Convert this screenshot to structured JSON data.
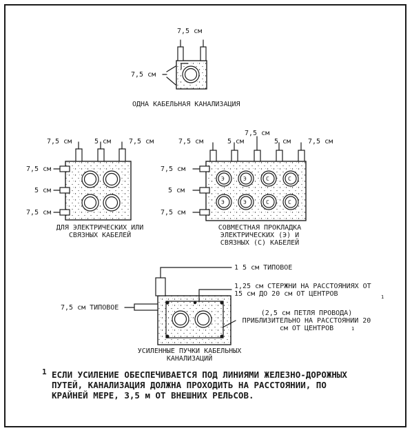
{
  "fig1": {
    "top_label": "7,5 см",
    "side_label": "7,5 см",
    "caption": "ОДНА КАБЕЛЬНАЯ КАНАЛИЗАЦИЯ"
  },
  "fig2": {
    "top_labels": [
      "7,5 см",
      "5 см",
      "7,5 см"
    ],
    "side_labels": [
      "7,5 см",
      "5 см",
      "7,5 см"
    ],
    "caption": "ДЛЯ ЭЛЕКТРИЧЕСКИХ ИЛИ СВЯЗНЫХ КАБЕЛЕЙ"
  },
  "fig3": {
    "top_center_label": "7,5 см",
    "top_labels": [
      "7,5 см",
      "5 см",
      "5 см",
      "7,5 см"
    ],
    "side_labels": [
      "7,5 см",
      "5 см",
      "7,5 см"
    ],
    "conduit_letters": [
      "Э",
      "Э",
      "С",
      "С"
    ],
    "caption": "СОВМЕСТНАЯ ПРОКЛАДКА ЭЛЕКТРИЧЕСКИХ (Э) И СВЯЗНЫХ (С) КАБЕЛЕЙ"
  },
  "fig4": {
    "left_label": "7,5 см ТИПОВОЕ",
    "label_1": "1 5 см ТИПОВОЕ",
    "label_2": "1,25 см СТЕРЖНИ НА РАССТОЯНИЯХ ОТ 15 см ДО 20 см ОТ ЦЕНТРОВ",
    "label_3": "(2,5 см ПЕТЛЯ ПРОВОДА) ПРИБЛИЗИТЕЛЬНО НА РАССТОЯНИИ 20 см ОТ ЦЕНТРОВ",
    "footnote_mark": "1",
    "caption": "УСИЛЕННЫЕ ПУЧКИ КАБЕЛЬНЫХ КАНАЛИЗАЦИЙ"
  },
  "footnote": {
    "mark": "1",
    "text": "ЕСЛИ УСИЛЕНИЕ ОБЕСПЕЧИВАЕТСЯ ПОД ЛИНИЯМИ ЖЕЛЕЗНО-ДОРОЖНЫХ ПУТЕЙ, КАНАЛИЗАЦИЯ ДОЛЖНА ПРОХОДИТЬ НА РАССТОЯНИИ, ПО КРАЙНЕЙ МЕРЕ, 3,5 м ОТ ВНЕШНИХ РЕЛЬСОВ."
  }
}
